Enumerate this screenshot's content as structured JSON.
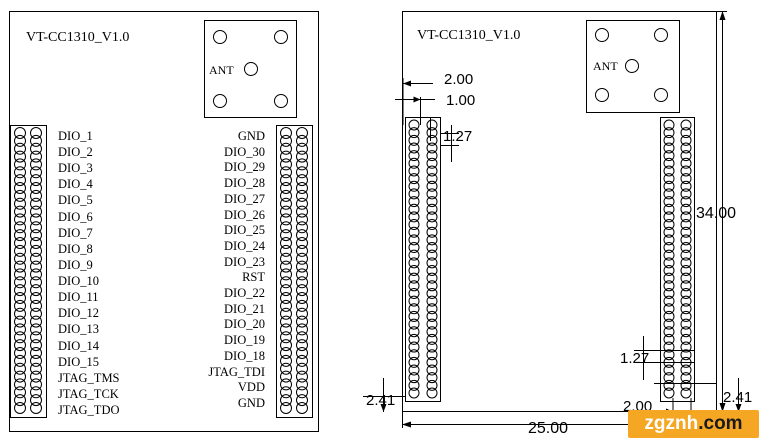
{
  "left_board": {
    "title": "VT-CC1310_V1.0",
    "antenna_label": "ANT",
    "left_pins": [
      "DIO_1",
      "DIO_2",
      "DIO_3",
      "DIO_4",
      "DIO_5",
      "DIO_6",
      "DIO_7",
      "DIO_8",
      "DIO_9",
      "DIO_10",
      "DIO_11",
      "DIO_12",
      "DIO_13",
      "DIO_14",
      "DIO_15",
      "JTAG_TMS",
      "JTAG_TCK",
      "JTAG_TDO"
    ],
    "right_pins": [
      "GND",
      "DIO_30",
      "DIO_29",
      "DIO_28",
      "DIO_27",
      "DIO_26",
      "DIO_25",
      "DIO_24",
      "DIO_23",
      "RST",
      "DIO_22",
      "DIO_21",
      "DIO_20",
      "DIO_19",
      "DIO_18",
      "JTAG_TDI",
      "VDD",
      "GND"
    ]
  },
  "right_board": {
    "title": "VT-CC1310_V1.0",
    "antenna_label": "ANT",
    "dimensions": {
      "pad_pitch_top": "2.00",
      "pad_size": "1.00",
      "pin_pitch": "1.27",
      "board_height": "34.00",
      "row_pitch_bottom": "1.27",
      "edge_left": "2.41",
      "edge_right": "2.41",
      "pad_pitch_bottom": "2.00",
      "board_width": "25.00"
    }
  },
  "watermark": {
    "text": "zgznh",
    "suffix": ".com",
    "bg_color": "#f5a623"
  }
}
